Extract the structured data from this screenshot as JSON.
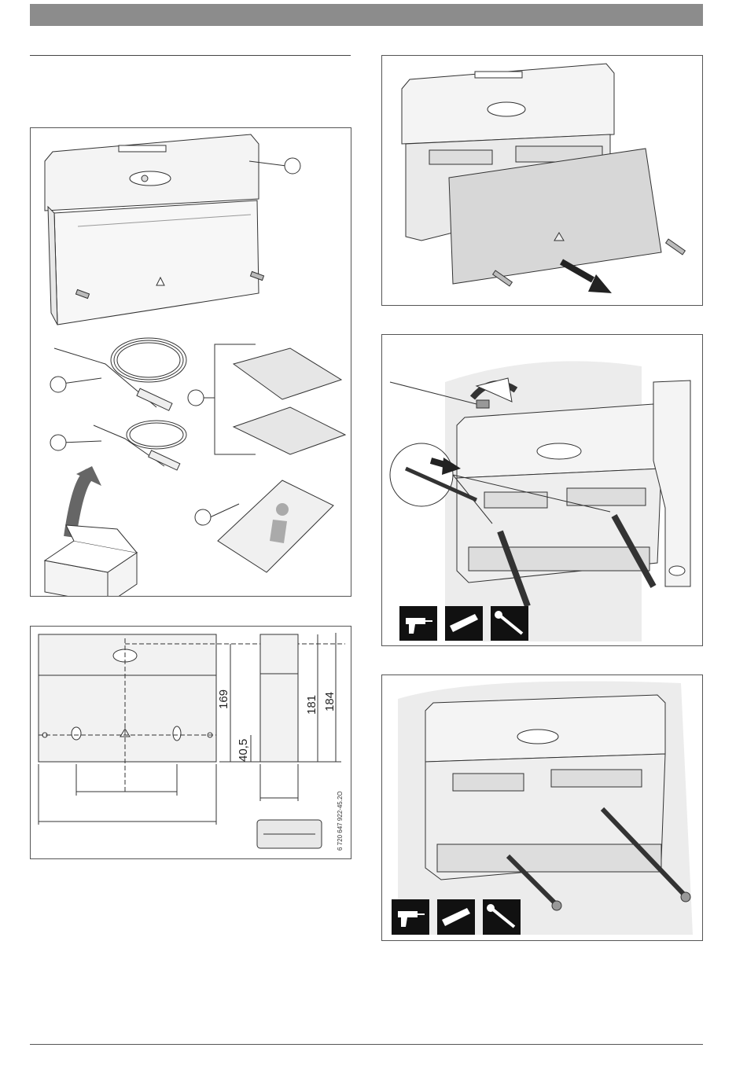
{
  "page": {
    "header_color": "#8c8c8c"
  },
  "dimensions": {
    "height_inner": "169",
    "height_bottom": "40,5",
    "height_side": "181",
    "height_total": "184"
  },
  "figure_code": "6 720 647 922-45.2O",
  "icons": [
    {
      "name": "drill-icon"
    },
    {
      "name": "wall-plug-icon"
    },
    {
      "name": "screw-icon"
    }
  ]
}
